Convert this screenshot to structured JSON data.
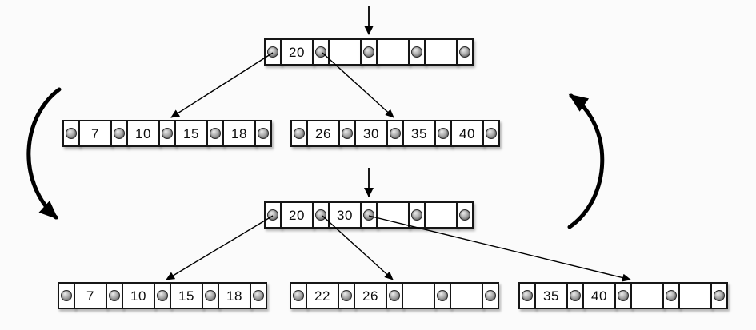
{
  "diagram": {
    "type": "btree-insert-split",
    "description": "B-tree of order 5 before and after inserting 22: child [26,30,35,40] splits, median 30 moves up into root",
    "colors": {
      "background": "#fbfbfb",
      "node_border": "#161616",
      "cell_fill": "#ffffff",
      "arrow": "#000000",
      "pointer_dot": "#8a8a8a",
      "key_text": "#0c0c0c"
    },
    "before": {
      "root": {
        "keys": [
          "20",
          "",
          "",
          ""
        ]
      },
      "children": [
        {
          "keys": [
            "7",
            "10",
            "15",
            "18"
          ]
        },
        {
          "keys": [
            "26",
            "30",
            "35",
            "40"
          ]
        }
      ]
    },
    "after": {
      "root": {
        "keys": [
          "20",
          "30",
          "",
          ""
        ]
      },
      "children": [
        {
          "keys": [
            "7",
            "10",
            "15",
            "18"
          ]
        },
        {
          "keys": [
            "22",
            "26",
            "",
            ""
          ]
        },
        {
          "keys": [
            "35",
            "40",
            "",
            ""
          ]
        }
      ]
    }
  }
}
